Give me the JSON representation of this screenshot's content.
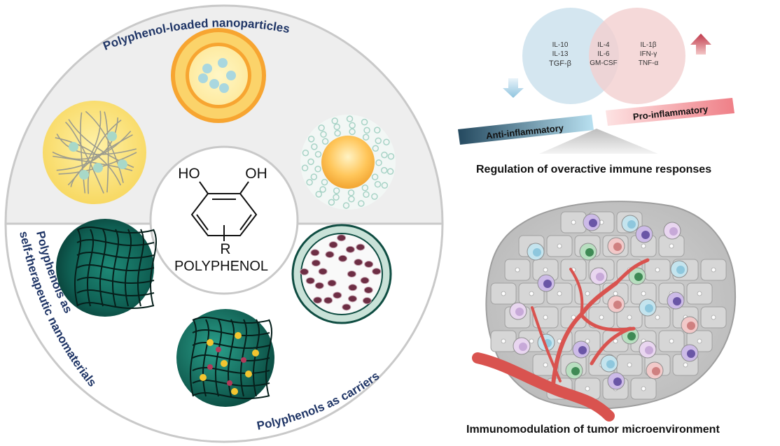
{
  "left_panel": {
    "section_top_label": "Polyphenol-loaded nanoparticles",
    "section_left_label_line1": "Polyphenols as",
    "section_left_label_line2": "self-therapeutic nanomaterials",
    "section_right_label": "Polyphenols as carriers",
    "molecule": {
      "oh_left": "HO",
      "oh_right": "OH",
      "substituent": "R",
      "name": "POLYPHENOL"
    }
  },
  "venn": {
    "left_line1": "IL-10",
    "left_line2": "IL-13",
    "left_line3": "TGF-β",
    "mid_line1": "IL-4",
    "mid_line2": "IL-6",
    "mid_line3": "GM-CSF",
    "right_line1": "IL-1β",
    "right_line2": "IFN-γ",
    "right_line3": "TNF-α",
    "left_color": "#cfe3ee",
    "right_color": "#f3cfcf"
  },
  "balance": {
    "anti_label": "Anti-inflammatory",
    "pro_label": "Pro-inflammatory"
  },
  "captions": {
    "regulation": "Regulation of overactive immune responses",
    "immunomodulation": "Immunomodulation of tumor microenvironment"
  },
  "colors": {
    "label_navy": "#1f3566",
    "panel_grey": "#eeeeee",
    "vessel_red": "#d9534f",
    "teal_dark": "#0e5a4f"
  }
}
